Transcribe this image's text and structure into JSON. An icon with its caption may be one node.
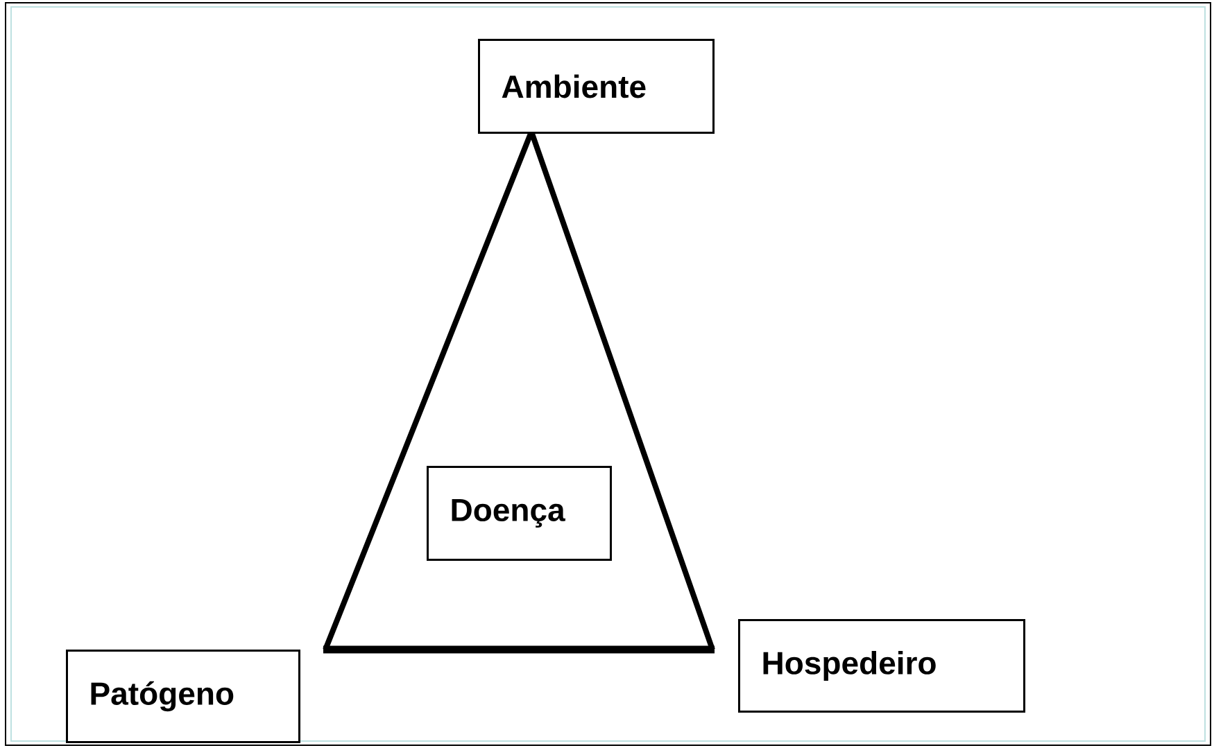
{
  "diagram": {
    "nodes": [
      {
        "text": [
          "Ambiente"
        ]
      },
      {
        "text": [
          "Doença"
        ]
      },
      {
        "text": [
          "Hospedeiro"
        ]
      },
      {
        "text": [
          "Patógeno"
        ]
      }
    ]
  }
}
